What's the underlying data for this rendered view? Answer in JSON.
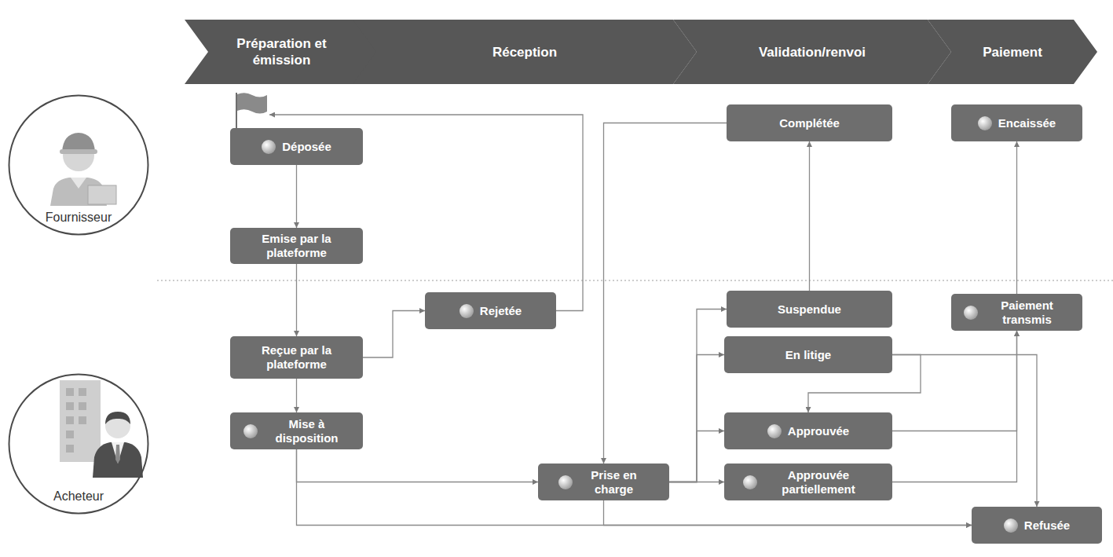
{
  "diagram": {
    "nodes": [
      {
        "text": [
          "Préparation et émission"
        ]
      },
      {
        "text": [
          "Réception"
        ]
      },
      {
        "text": [
          "Validation/renvoi"
        ]
      },
      {
        "text": [
          "Paiement"
        ]
      },
      {
        "text": [
          "Fournisseur"
        ]
      },
      {
        "text": [
          "Déposée"
        ]
      },
      {
        "text": [
          "Complétée"
        ]
      },
      {
        "text": [
          "Encaissée"
        ]
      },
      {
        "text": [
          "Emise par la plateforme"
        ]
      },
      {
        "text": [
          "Rejetée"
        ]
      },
      {
        "text": [
          "Suspendue"
        ]
      },
      {
        "text": [
          "Paiement transmis"
        ]
      },
      {
        "text": [
          "Reçue par la plateforme"
        ]
      },
      {
        "text": [
          "En litige"
        ]
      },
      {
        "text": [
          "Acheteur"
        ]
      },
      {
        "text": [
          "Mise à disposition"
        ]
      },
      {
        "text": [
          "Approuvée"
        ]
      },
      {
        "text": [
          "Prise en charge"
        ]
      },
      {
        "text": [
          "Approuvée partiellement"
        ]
      },
      {
        "text": [
          "Refusée"
        ]
      }
    ],
    "edges": [
      {
        "from": 5,
        "to": 8,
        "arrow": "to"
      },
      {
        "from": 8,
        "to": 12,
        "arrow": "to"
      },
      {
        "from": 12,
        "to": 9,
        "arrow": "to"
      },
      {
        "from": 9,
        "to": 5,
        "arrow": "to"
      },
      {
        "from": 12,
        "to": 15,
        "arrow": "to"
      },
      {
        "from": 15,
        "to": 17,
        "arrow": "to"
      },
      {
        "from": 15,
        "to": 19,
        "arrow": "to"
      },
      {
        "from": 6,
        "to": 17,
        "arrow": "to"
      },
      {
        "from": 10,
        "to": 6,
        "arrow": "to"
      },
      {
        "from": 17,
        "to": 10,
        "arrow": "to"
      },
      {
        "from": 17,
        "to": 13,
        "arrow": "to"
      },
      {
        "from": 17,
        "to": 16,
        "arrow": "to"
      },
      {
        "from": 17,
        "to": 18,
        "arrow": "to"
      },
      {
        "from": 13,
        "to": 16,
        "arrow": "to"
      },
      {
        "from": 13,
        "to": 19,
        "arrow": "to"
      },
      {
        "from": 16,
        "to": 11,
        "arrow": "to"
      },
      {
        "from": 18,
        "to": 11,
        "arrow": "to"
      },
      {
        "from": 11,
        "to": 7,
        "arrow": "to"
      },
      {
        "from": 17,
        "to": 19,
        "arrow": "to"
      }
    ]
  }
}
